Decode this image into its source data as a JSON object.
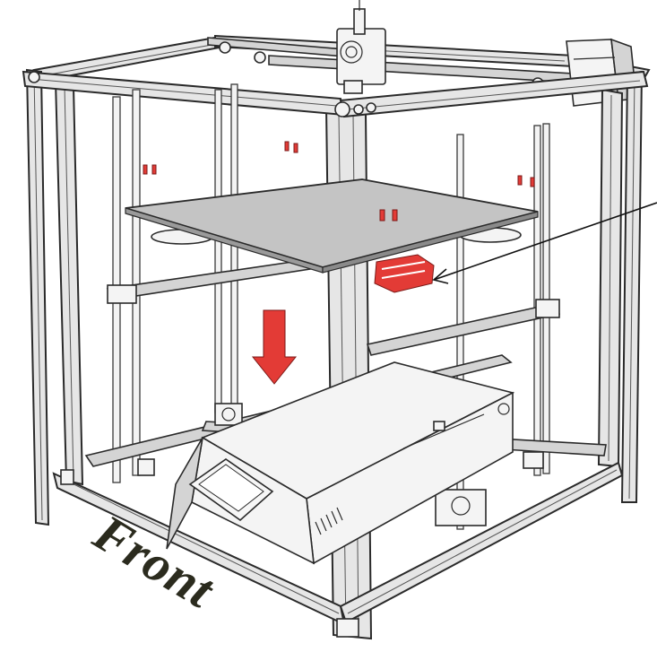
{
  "diagram": {
    "front_label": "Front",
    "colors": {
      "highlight": "#e33b36",
      "frame": "#e6e6e6",
      "bed": "#c4c4c4",
      "outline": "#2a2a2a",
      "label": "#2b2b1e"
    },
    "parts": [
      "aluminum-extrusion-frame",
      "print-bed",
      "print-head-carriage",
      "z-axis-lead-screws",
      "control-box",
      "touch-screen",
      "bed-bracket-highlighted",
      "down-arrow"
    ]
  }
}
